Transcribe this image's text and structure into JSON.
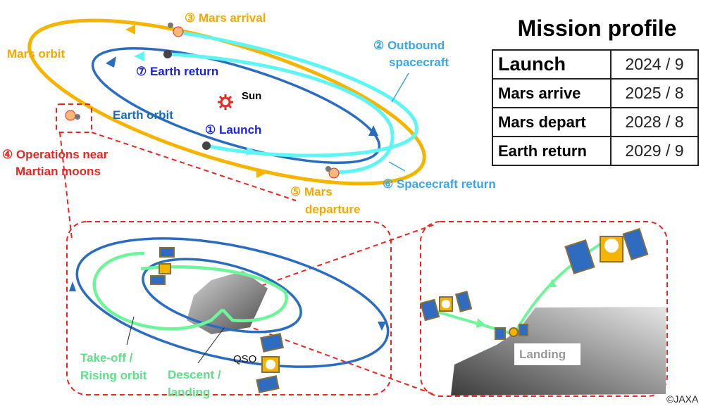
{
  "labels": {
    "mars_arrival": "③ Mars arrival",
    "mars_orbit": "Mars orbit",
    "outbound_1": "② Outbound",
    "outbound_2": "spacecraft",
    "earth_return": "⑦ Earth return",
    "sun": "Sun",
    "earth_orbit": "Earth orbit",
    "launch": "① Launch",
    "operations_1": "④ Operations near",
    "operations_2": "Martian moons",
    "mars_departure_1": "⑤ Mars",
    "mars_departure_2": "departure",
    "spacecraft_return": "⑥ Spacecraft return",
    "takeoff_1": "Take-off /",
    "takeoff_2": "Rising orbit",
    "descent_1": "Descent /",
    "descent_2": "landing",
    "qso": "QSO",
    "landing": "Landing",
    "copyright": "©JAXA"
  },
  "mission_profile": {
    "title": "Mission profile",
    "rows": [
      {
        "event": "Launch",
        "date": "2024 / 9"
      },
      {
        "event": "Mars arrive",
        "date": "2025 / 8"
      },
      {
        "event": "Mars depart",
        "date": "2028 / 8"
      },
      {
        "event": "Earth return",
        "date": "2029 / 9"
      }
    ]
  },
  "colors": {
    "mars_orbit": "#f5b400",
    "earth_orbit": "#2a6cc0",
    "spacecraft_path": "#5ff5f5",
    "zoom_box": "#e8251f",
    "moon_orbit_green": "#6ef59a"
  }
}
